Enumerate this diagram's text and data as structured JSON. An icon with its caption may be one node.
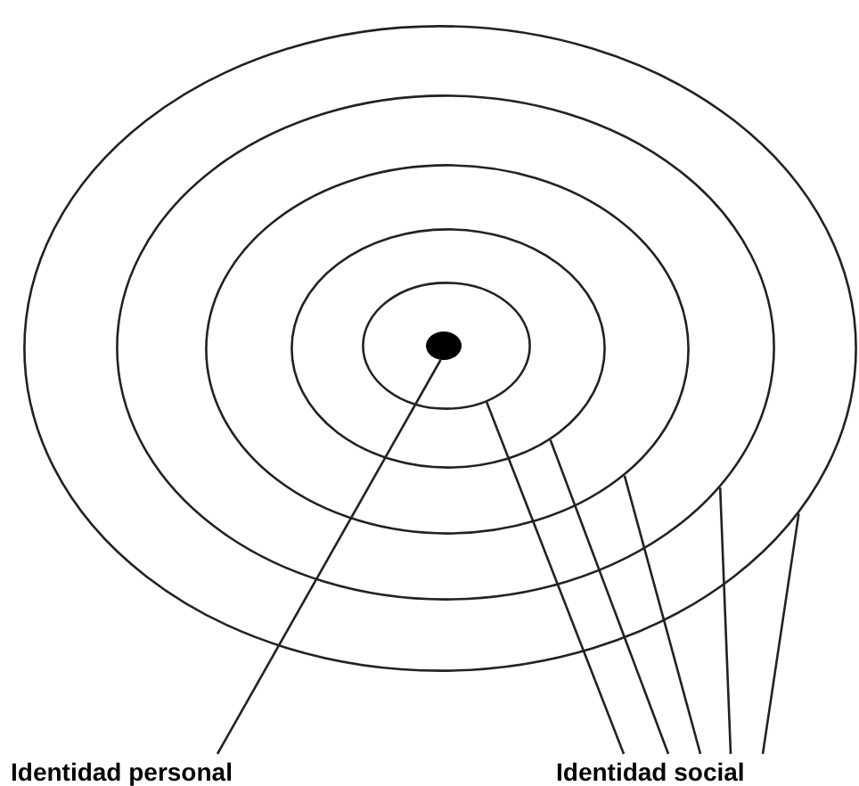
{
  "diagram": {
    "nodes": [
      {
        "text": [],
        "shape": "ellipse"
      },
      {
        "text": [],
        "shape": "ellipse",
        "in": 0
      },
      {
        "text": [],
        "shape": "ellipse",
        "in": 1
      },
      {
        "text": [],
        "shape": "ellipse",
        "in": 2
      },
      {
        "text": [],
        "shape": "ellipse",
        "in": 3
      },
      {
        "text": [],
        "shape": "dot",
        "in": 4
      },
      {
        "text": [
          "Identidad personal"
        ]
      },
      {
        "text": [
          "Identidad social"
        ]
      }
    ],
    "edges": [
      {
        "from": 6,
        "to": 5,
        "arrow": "none"
      },
      {
        "from": 7,
        "to": 4,
        "arrow": "none"
      },
      {
        "from": 7,
        "to": 3,
        "arrow": "none"
      },
      {
        "from": 7,
        "to": 2,
        "arrow": "none"
      },
      {
        "from": 7,
        "to": 1,
        "arrow": "none"
      },
      {
        "from": 7,
        "to": 0,
        "arrow": "none"
      }
    ]
  }
}
